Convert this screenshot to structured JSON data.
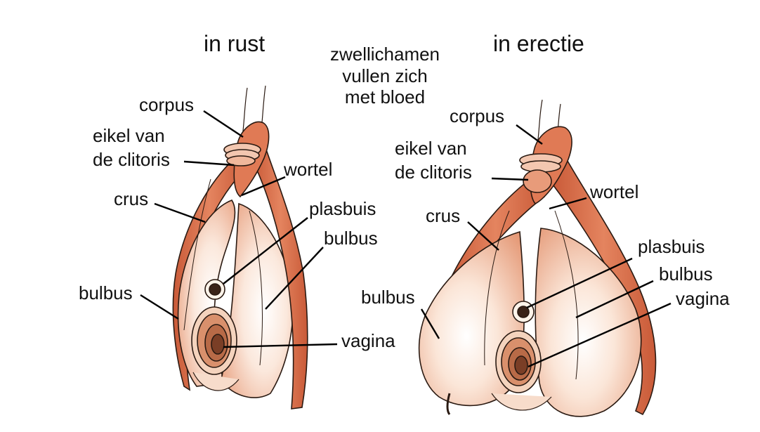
{
  "titles": {
    "left": "in rust",
    "right": "in erectie"
  },
  "center_note": [
    "zwellichamen",
    "vullen zich",
    "met bloed"
  ],
  "left_labels": {
    "corpus": "corpus",
    "eikel_1": "eikel van",
    "eikel_2": "de clitoris",
    "wortel": "wortel",
    "crus": "crus",
    "plasbuis": "plasbuis",
    "bulbus_right": "bulbus",
    "bulbus_left": "bulbus",
    "vagina": "vagina"
  },
  "right_labels": {
    "corpus": "corpus",
    "eikel_1": "eikel van",
    "eikel_2": "de clitoris",
    "wortel": "wortel",
    "crus": "crus",
    "plasbuis": "plasbuis",
    "bulbus_right": "bulbus",
    "bulbus_left": "bulbus",
    "vagina": "vagina"
  },
  "colors": {
    "tissue": "#e07a55",
    "tissue_dark": "#c95a38",
    "bulb_light": "#fbe8dc",
    "bulb_mid": "#f2b89b",
    "outline": "#2a1a12"
  }
}
